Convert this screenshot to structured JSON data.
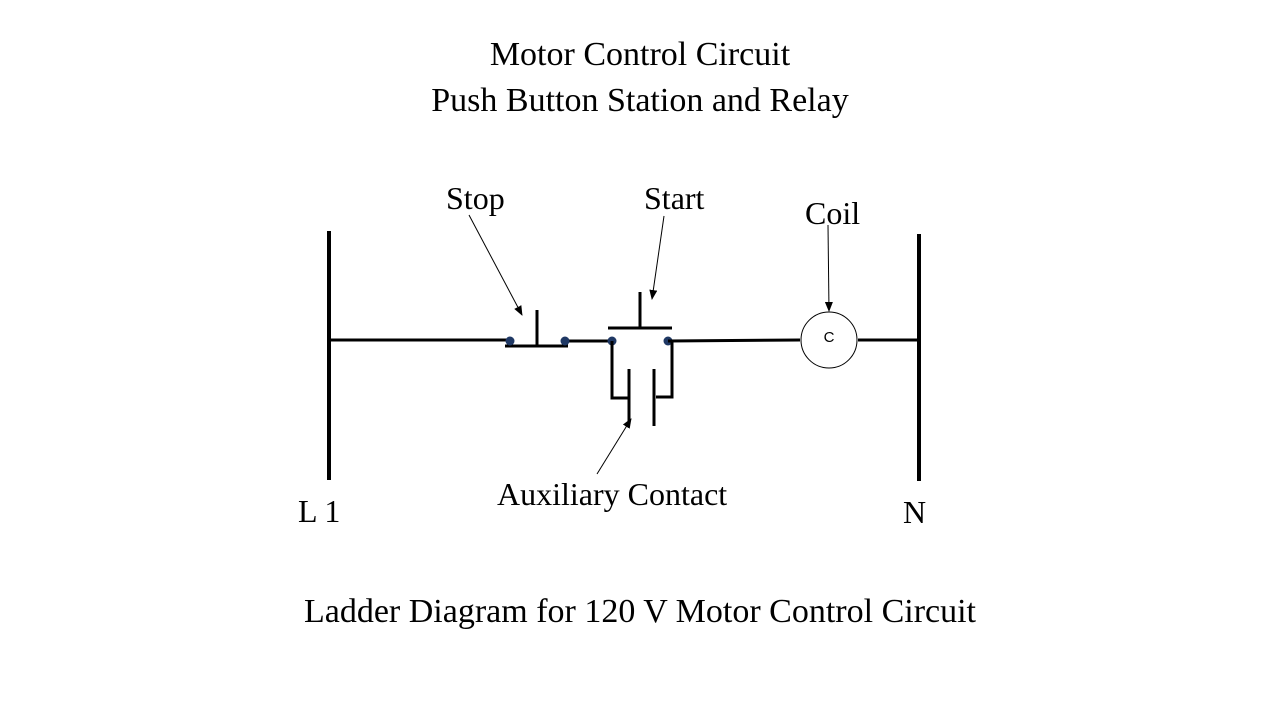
{
  "title": {
    "line1": "Motor Control Circuit",
    "line2": "Push Button Station and Relay"
  },
  "labels": {
    "stop": "Stop",
    "start": "Start",
    "coil": "Coil",
    "auxiliary_contact": "Auxiliary Contact",
    "line": "L 1",
    "neutral": "N"
  },
  "coil": {
    "letter": "C"
  },
  "caption": "Ladder Diagram for 120 V Motor Control Circuit",
  "colors": {
    "wire": "#000000",
    "terminal": "#1f3864",
    "background": "#ffffff"
  }
}
